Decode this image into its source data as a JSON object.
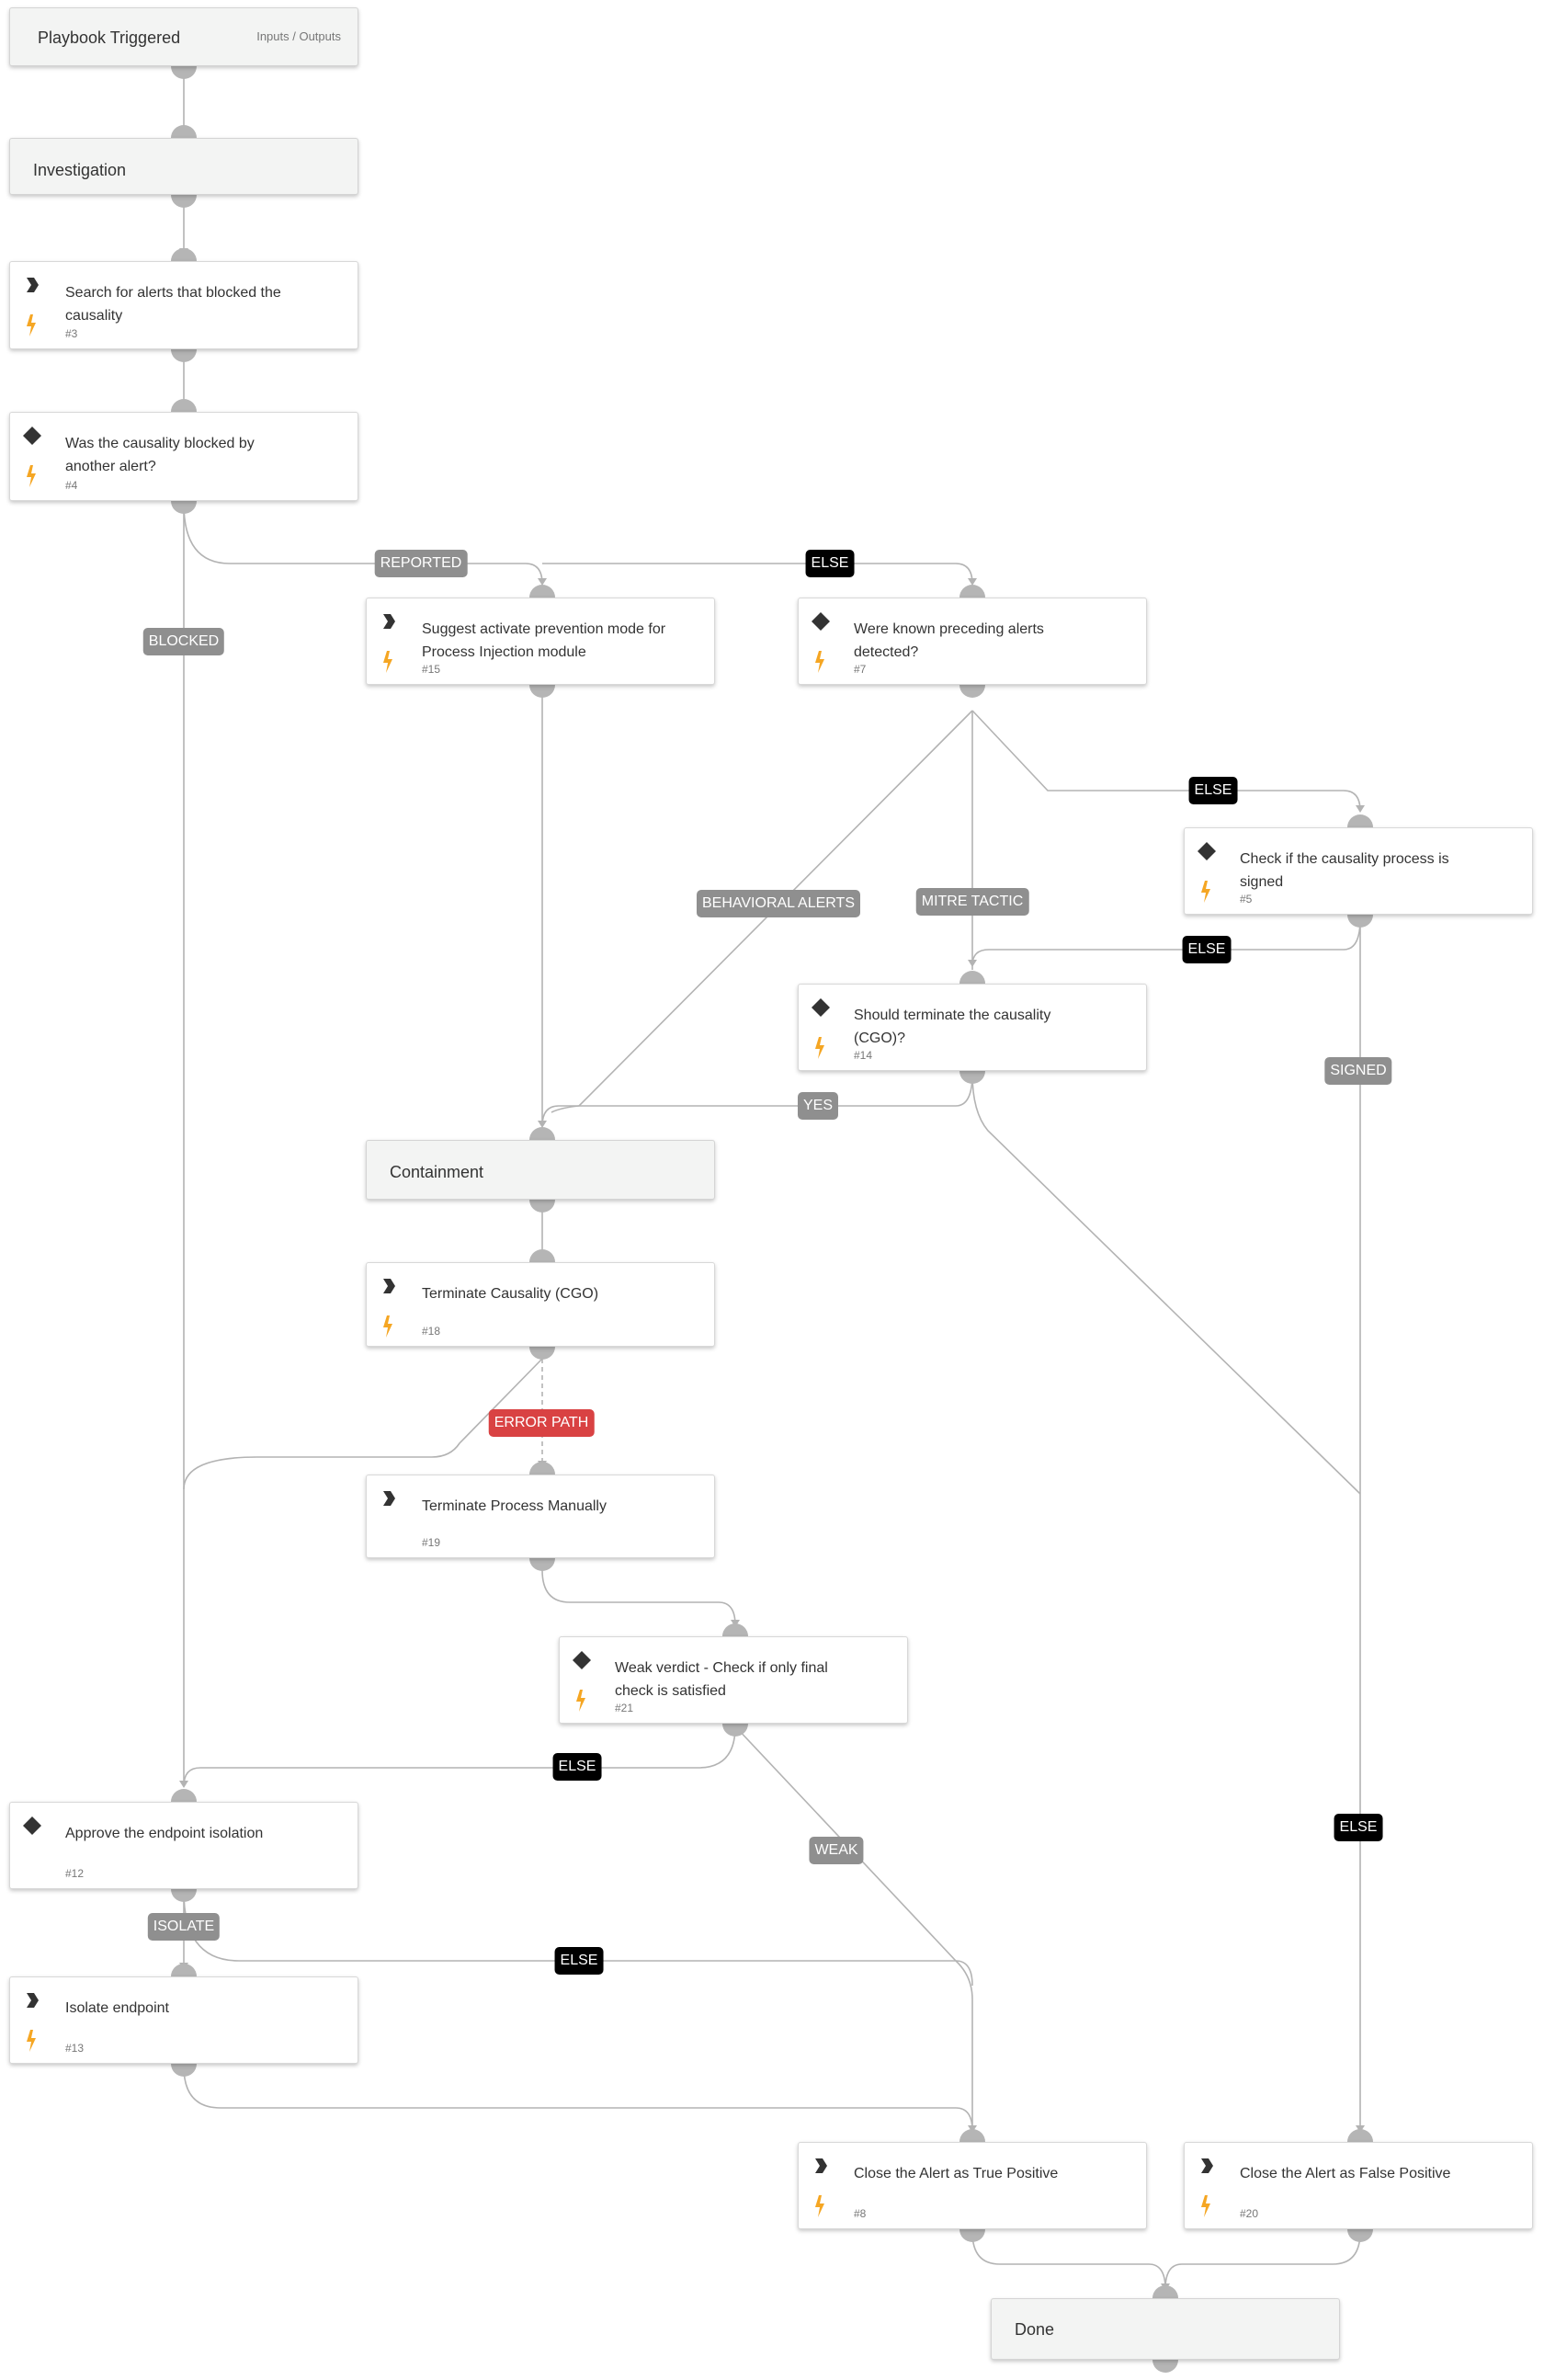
{
  "nodes": {
    "playbook_triggered": {
      "title": "Playbook Triggered",
      "io": "Inputs / Outputs"
    },
    "investigation": {
      "title": "Investigation"
    },
    "search_alerts": {
      "title": "Search for alerts that blocked the causality",
      "num": "#3"
    },
    "causality_blocked": {
      "title": "Was the causality blocked by another alert?",
      "num": "#4"
    },
    "suggest_prevention": {
      "title": "Suggest activate prevention mode for Process Injection module",
      "num": "#15"
    },
    "preceding_alerts": {
      "title": "Were known preceding alerts detected?",
      "num": "#7"
    },
    "check_signed": {
      "title": "Check if the causality process is signed",
      "num": "#5"
    },
    "should_terminate": {
      "title": "Should terminate the causality (CGO)?",
      "num": "#14"
    },
    "containment": {
      "title": "Containment"
    },
    "terminate_cgo": {
      "title": "Terminate Causality (CGO)",
      "num": "#18"
    },
    "terminate_manually": {
      "title": "Terminate Process Manually",
      "num": "#19"
    },
    "weak_verdict": {
      "title": "Weak verdict - Check if only final check is satisfied",
      "num": "#21"
    },
    "approve_isolation": {
      "title": "Approve the endpoint isolation",
      "num": "#12"
    },
    "isolate_endpoint": {
      "title": "Isolate endpoint",
      "num": "#13"
    },
    "close_tp": {
      "title": "Close the Alert as True Positive",
      "num": "#8"
    },
    "close_fp": {
      "title": "Close the Alert as False Positive",
      "num": "#20"
    },
    "done": {
      "title": "Done"
    }
  },
  "edge_labels": {
    "reported": "REPORTED",
    "else_1": "ELSE",
    "blocked": "BLOCKED",
    "else_2": "ELSE",
    "behavioral_alerts": "BEHAVIORAL ALERTS",
    "mitre_tactic": "MITRE TACTIC",
    "else_3": "ELSE",
    "signed": "SIGNED",
    "yes": "YES",
    "error_path": "ERROR PATH",
    "else_4": "ELSE",
    "weak": "WEAK",
    "else_5": "ELSE",
    "isolate": "ISOLATE",
    "else_6": "ELSE"
  },
  "colors": {
    "edge": "#b3b3b3",
    "connector": "#b5b5b5",
    "bolt": "#f5a623",
    "label_gray": "#8f8f8f",
    "label_black": "#000000",
    "label_red": "#d94243",
    "section_bg": "#f3f4f3"
  },
  "icons": {
    "task": "chevron-right-icon",
    "condition": "diamond-icon",
    "automation": "lightning-bolt-icon"
  }
}
